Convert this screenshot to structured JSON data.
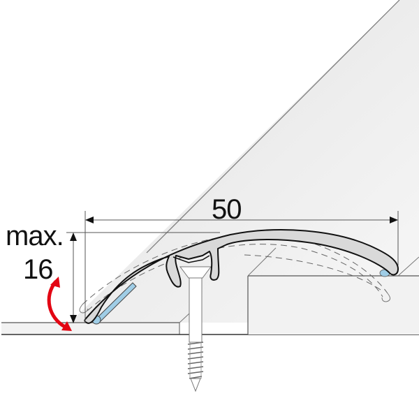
{
  "diagram": {
    "subject": "floor transition profile (height adjustable)",
    "labels": {
      "max_prefix": "max.",
      "height_value": "16",
      "width_value": "50"
    },
    "dimensions": {
      "width_mm": 50,
      "max_height_mm": 16
    },
    "colors": {
      "profile_fill": "#d9d9d9",
      "profile_outline": "#111111",
      "adhesive_strip": "#9fcde6",
      "adjust_arrow": "#e30613",
      "floor_fill": "#f2f2f2",
      "dimension_line": "#555555",
      "background_plane": "#ececec"
    },
    "parts": [
      {
        "name": "profile cover",
        "desc": "curved aluminium transition strip"
      },
      {
        "name": "adhesive strips",
        "desc": "blue seal/adhesive at both ends"
      },
      {
        "name": "screw",
        "desc": "countersunk wood screw through base"
      },
      {
        "name": "low floor",
        "desc": "left floor surface"
      },
      {
        "name": "high floor",
        "desc": "right raised floor block"
      }
    ]
  }
}
